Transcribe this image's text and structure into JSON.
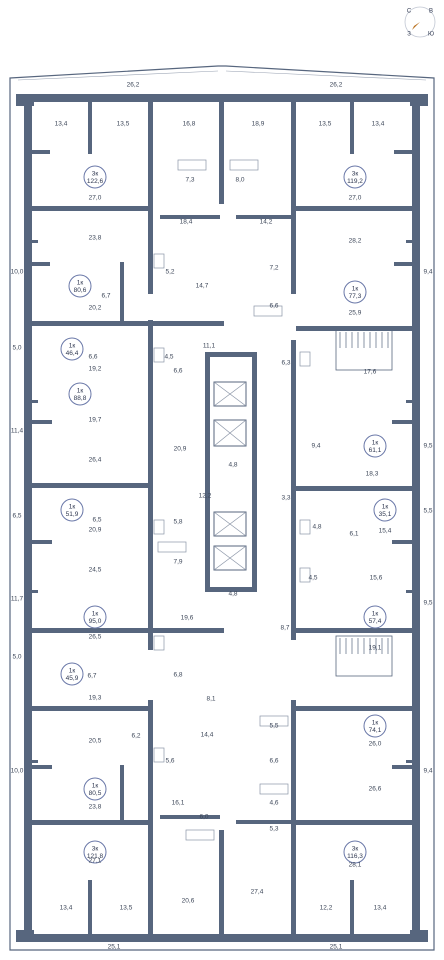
{
  "compass": {
    "n": "С",
    "e": "В",
    "s": "Ю",
    "w": "З"
  },
  "apartments": [
    {
      "id": "a1",
      "type": "3к",
      "area": "122,6"
    },
    {
      "id": "a2",
      "type": "3к",
      "area": "119,2"
    },
    {
      "id": "a3",
      "type": "1к",
      "area": "80,6"
    },
    {
      "id": "a4",
      "type": "1к",
      "area": "77,3"
    },
    {
      "id": "a5",
      "type": "1к",
      "area": "46,4"
    },
    {
      "id": "a6",
      "type": "1к",
      "area": "88,8"
    },
    {
      "id": "a7",
      "type": "1к",
      "area": "61,1"
    },
    {
      "id": "a8",
      "type": "1к",
      "area": "51,9"
    },
    {
      "id": "a9",
      "type": "1к",
      "area": "35,1"
    },
    {
      "id": "a10",
      "type": "1к",
      "area": "95,0"
    },
    {
      "id": "a11",
      "type": "1к",
      "area": "57,4"
    },
    {
      "id": "a12",
      "type": "1к",
      "area": "45,9"
    },
    {
      "id": "a13",
      "type": "1к",
      "area": "74,1"
    },
    {
      "id": "a14",
      "type": "1к",
      "area": "80,5"
    },
    {
      "id": "a15",
      "type": "3к",
      "area": "121,8"
    },
    {
      "id": "a16",
      "type": "3к",
      "area": "116,3"
    }
  ],
  "rooms": [
    "26,2",
    "26,2",
    "13,4",
    "13,5",
    "16,8",
    "18,9",
    "13,5",
    "13,4",
    "7,3",
    "8,0",
    "27,0",
    "27,0",
    "18,4",
    "14,2",
    "23,8",
    "28,2",
    "10,0",
    "5,2",
    "14,7",
    "7,2",
    "9,4",
    "6,7",
    "20,2",
    "6,6",
    "25,9",
    "5,0",
    "6,6",
    "4,5",
    "11,1",
    "19,2",
    "6,6",
    "6,3",
    "17,6",
    "19,7",
    "11,4",
    "20,9",
    "9,4",
    "9,5",
    "26,4",
    "4,8",
    "18,3",
    "12,2",
    "3,3",
    "6,5",
    "6,5",
    "5,8",
    "4,8",
    "5,5",
    "20,9",
    "6,1",
    "15,4",
    "7,9",
    "4,5",
    "24,5",
    "4,8",
    "15,6",
    "11,7",
    "19,6",
    "9,5",
    "26,5",
    "8,7",
    "19,1",
    "5,0",
    "6,7",
    "6,8",
    "19,3",
    "8,1",
    "5,5",
    "20,5",
    "6,2",
    "14,4",
    "26,0",
    "10,0",
    "5,6",
    "6,6",
    "9,4",
    "26,6",
    "23,8",
    "16,1",
    "4,6",
    "6,0",
    "5,3",
    "27,1",
    "28,1",
    "27,4",
    "13,4",
    "13,5",
    "20,6",
    "12,2",
    "13,4",
    "25,1",
    "25,1"
  ]
}
